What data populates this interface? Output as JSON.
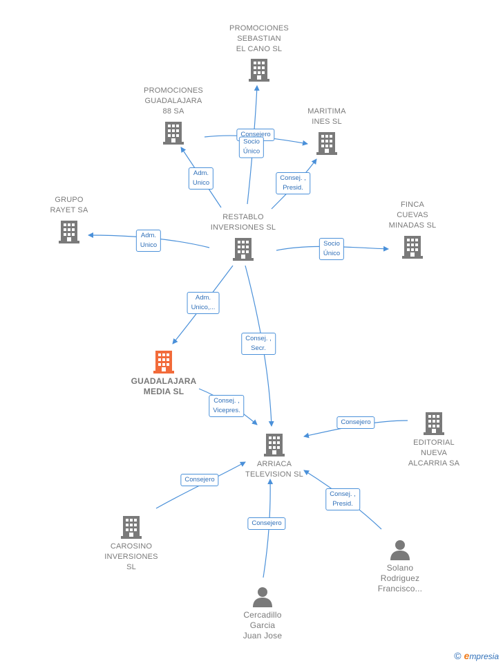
{
  "colors": {
    "node_default": "#7a7a7a",
    "node_highlight": "#f26b3a",
    "edge": "#4a90d9",
    "person": "#7a7a7a"
  },
  "nodes": [
    {
      "id": "promociones-sebastian",
      "type": "company",
      "lines": [
        "PROMOCIONES",
        "SEBASTIAN",
        "EL CANO SL"
      ]
    },
    {
      "id": "promociones-guadalajara",
      "type": "company",
      "lines": [
        "PROMOCIONES",
        "GUADALAJARA",
        "88 SA"
      ]
    },
    {
      "id": "maritima-ines",
      "type": "company",
      "lines": [
        "MARITIMA",
        "INES SL"
      ]
    },
    {
      "id": "grupo-rayet",
      "type": "company",
      "lines": [
        "GRUPO",
        "RAYET SA"
      ]
    },
    {
      "id": "restablo",
      "type": "company",
      "lines": [
        "RESTABLO",
        "INVERSIONES SL"
      ]
    },
    {
      "id": "finca-cuevas",
      "type": "company",
      "lines": [
        "FINCA",
        "CUEVAS",
        "MINADAS SL"
      ]
    },
    {
      "id": "guadalajara-media",
      "type": "company-main",
      "lines": [
        "GUADALAJARA",
        "MEDIA  SL"
      ]
    },
    {
      "id": "arriaca",
      "type": "company",
      "lines": [
        "ARRIACA",
        "TELEVISION SL"
      ]
    },
    {
      "id": "editorial-nueva",
      "type": "company",
      "lines": [
        "EDITORIAL",
        "NUEVA",
        "ALCARRIA SA"
      ]
    },
    {
      "id": "carosino",
      "type": "company",
      "lines": [
        "CAROSINO",
        "INVERSIONES",
        "SL"
      ]
    },
    {
      "id": "solano",
      "type": "person",
      "lines": [
        "Solano",
        "Rodriguez",
        "Francisco..."
      ]
    },
    {
      "id": "cercadillo",
      "type": "person",
      "lines": [
        "Cercadillo",
        "Garcia",
        "Juan Jose"
      ]
    }
  ],
  "edges": [
    {
      "id": "e1",
      "lines": [
        "Consejero"
      ]
    },
    {
      "id": "e2",
      "lines": [
        "Socio",
        "Único"
      ]
    },
    {
      "id": "e3",
      "lines": [
        "Adm.",
        "Unico"
      ]
    },
    {
      "id": "e4",
      "lines": [
        "Consej. ,",
        "Presid."
      ]
    },
    {
      "id": "e5",
      "lines": [
        "Adm.",
        "Unico"
      ]
    },
    {
      "id": "e6",
      "lines": [
        "Socio",
        "Único"
      ]
    },
    {
      "id": "e7",
      "lines": [
        "Adm.",
        "Unico,..."
      ]
    },
    {
      "id": "e8",
      "lines": [
        "Consej. ,",
        "Secr."
      ]
    },
    {
      "id": "e9",
      "lines": [
        "Consej. ,",
        "Vicepres."
      ]
    },
    {
      "id": "e10",
      "lines": [
        "Consejero"
      ]
    },
    {
      "id": "e11",
      "lines": [
        "Consejero"
      ]
    },
    {
      "id": "e12",
      "lines": [
        "Consej. ,",
        "Presid."
      ]
    },
    {
      "id": "e13",
      "lines": [
        "Consejero"
      ]
    }
  ],
  "brand": {
    "copyright": "©",
    "name_first": "e",
    "name_rest": "mpresia"
  }
}
